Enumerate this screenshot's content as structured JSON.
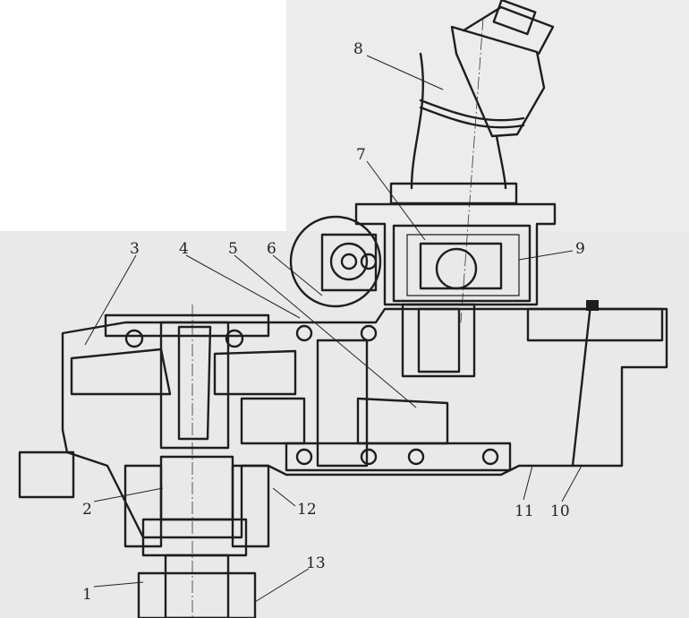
{
  "figure": {
    "colors": {
      "background": "#ffffff",
      "paper": "#e9e9e9",
      "ink": "#1e1e1e",
      "hatch": "#2a2a2a",
      "callout": "#222222"
    },
    "callouts": [
      {
        "id": "1",
        "label": "1"
      },
      {
        "id": "2",
        "label": "2"
      },
      {
        "id": "3",
        "label": "3"
      },
      {
        "id": "4",
        "label": "4"
      },
      {
        "id": "5",
        "label": "5"
      },
      {
        "id": "6",
        "label": "6"
      },
      {
        "id": "7",
        "label": "7"
      },
      {
        "id": "8",
        "label": "8"
      },
      {
        "id": "9",
        "label": "9"
      },
      {
        "id": "10",
        "label": "10"
      },
      {
        "id": "11",
        "label": "11"
      },
      {
        "id": "12",
        "label": "12"
      },
      {
        "id": "13",
        "label": "13"
      }
    ]
  }
}
